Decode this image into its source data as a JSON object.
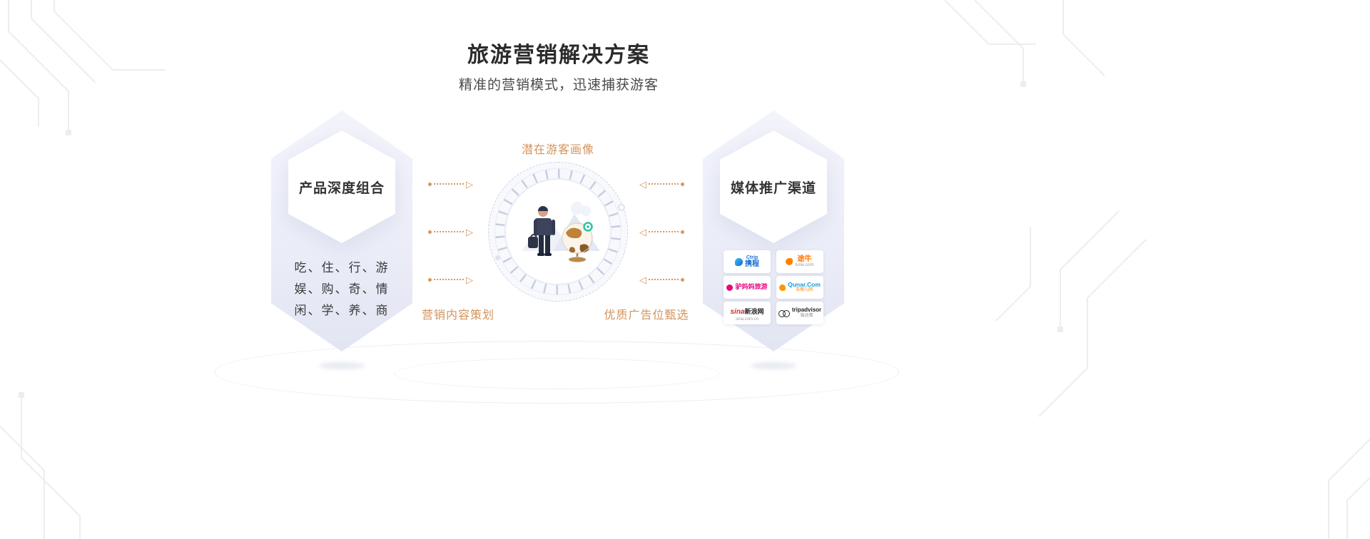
{
  "header": {
    "title": "旅游营销解决方案",
    "subtitle": "精准的营销模式，迅速捕获游客"
  },
  "left_card": {
    "title": "产品深度组合",
    "lines": [
      "吃、住、行、游",
      "娱、购、奇、情",
      "闲、学、养、商"
    ]
  },
  "diagram": {
    "top_label": "潜在游客画像",
    "bottom_left_label": "营销内容策划",
    "bottom_right_label": "优质广告位甄选"
  },
  "right_card": {
    "title": "媒体推广渠道",
    "logos": [
      {
        "name": "Ctrip 携程",
        "l1": "Ctrip",
        "l2": "携程",
        "l3": ""
      },
      {
        "name": "途牛旅游网",
        "l1": "",
        "l2": "途牛",
        "l3": "tuniu.com"
      },
      {
        "name": "驴妈妈旅游",
        "l1": "",
        "l2": "驴妈妈旅游",
        "l3": ""
      },
      {
        "name": "去哪儿网 Qunar",
        "l1": "",
        "l2": "Qunar.Com",
        "l3": "去哪儿网"
      },
      {
        "name": "新浪网",
        "en": "sina",
        "cn": "新浪网",
        "l1": "",
        "l2": "",
        "l3": "sina.com.cn"
      },
      {
        "name": "TripAdvisor 猫途鹰",
        "l1": "",
        "l2": "tripadvisor",
        "l3": "猫途鹰"
      }
    ]
  },
  "icons": {
    "arrow_right": "▷",
    "arrow_left": "◁"
  },
  "colors": {
    "accent_orange": "#D2935A",
    "card_lavender": "#EBEDF8",
    "ctrip_blue": "#1A6FD4",
    "tuniu_orange": "#FF7700",
    "lvmama_pink": "#E5097F",
    "qunar_blue": "#0AA0DD",
    "sina_red": "#D52C2C",
    "tripadvisor_black": "#222222",
    "pin_green": "#2FC39E"
  }
}
